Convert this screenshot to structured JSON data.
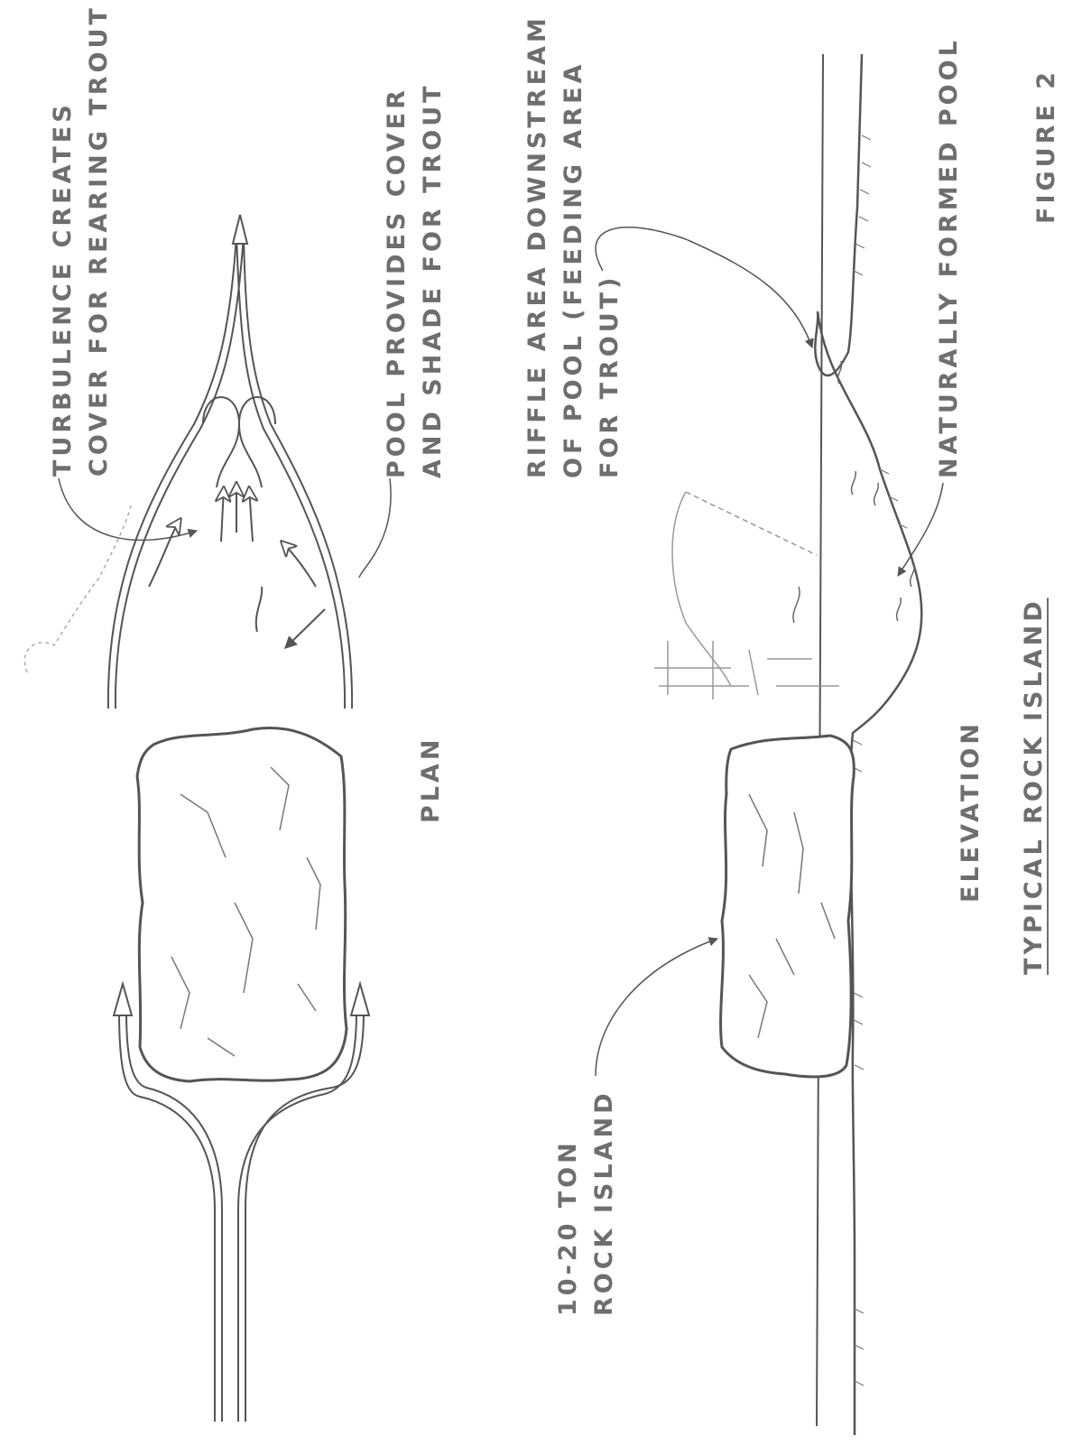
{
  "labels": {
    "turbulence": [
      "TURBULENCE CREATES",
      "COVER FOR REARING TROUT"
    ],
    "pool_cover": [
      "POOL PROVIDES COVER",
      "AND SHADE FOR TROUT"
    ],
    "plan": "PLAN",
    "riffle": [
      "RIFFLE AREA DOWNSTREAM",
      "OF POOL (FEEDING AREA",
      "FOR TROUT)"
    ],
    "naturally_formed_pool": "NATURALLY FORMED POOL",
    "figure": "FIGURE 2",
    "rock_island": [
      "10-20 TON",
      "ROCK ISLAND"
    ],
    "elevation": "ELEVATION",
    "title": "TYPICAL ROCK ISLAND"
  },
  "colors": {
    "ink": "#6e6e6e",
    "paper": "#ffffff"
  }
}
